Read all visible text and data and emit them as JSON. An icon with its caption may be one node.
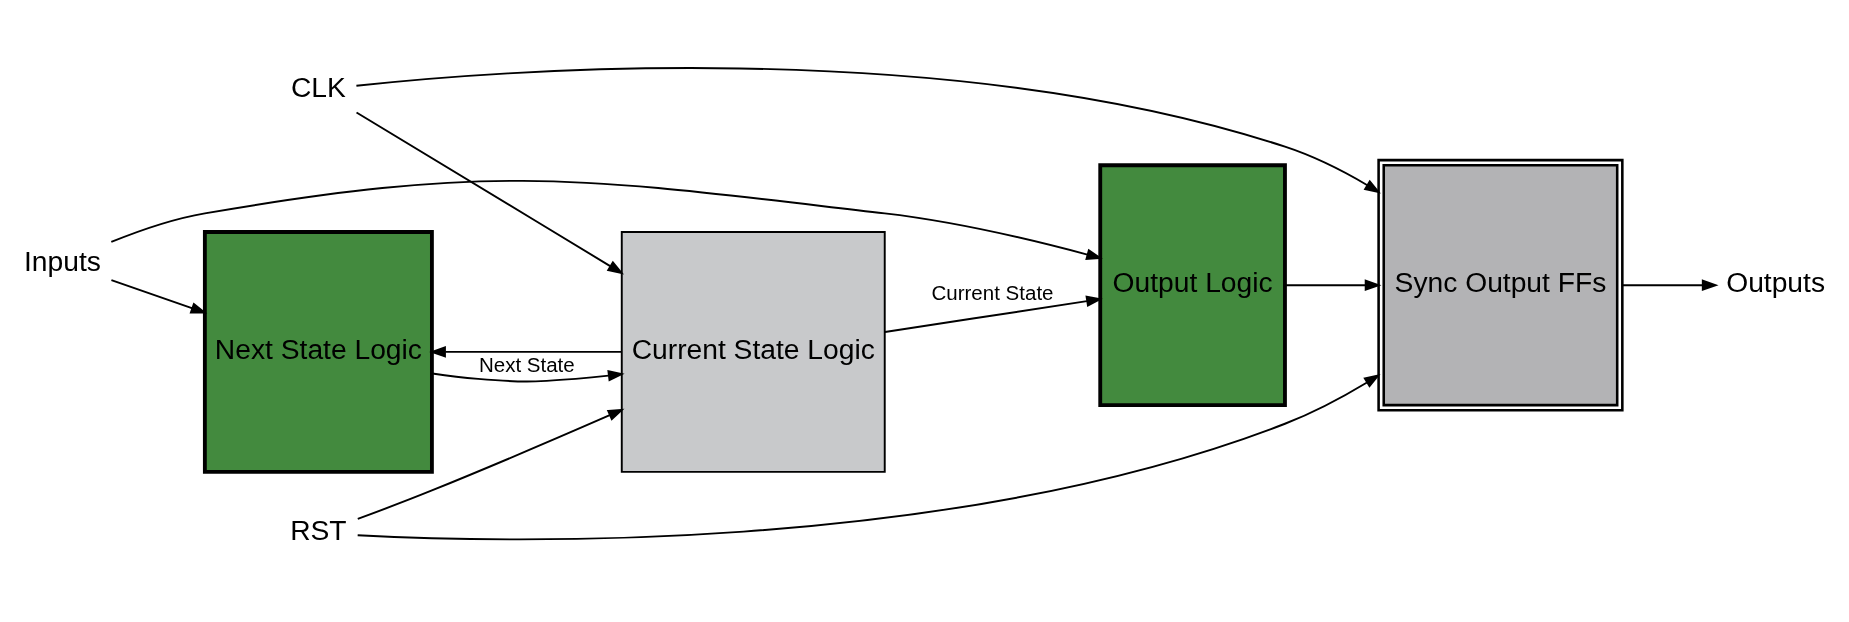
{
  "diagram": {
    "nodes": [
      {
        "text": [
          "Next State Logic"
        ]
      },
      {
        "text": [
          "Current State Logic"
        ]
      },
      {
        "text": [
          "Output Logic"
        ]
      },
      {
        "text": [
          "Sync Output FFs"
        ]
      },
      {
        "text": [
          "Inputs"
        ]
      },
      {
        "text": [
          "Outputs"
        ]
      },
      {
        "text": [
          "CLK"
        ]
      },
      {
        "text": [
          "RST"
        ]
      }
    ],
    "edges": [
      {
        "from": 4,
        "to": 0,
        "arrow": "to"
      },
      {
        "from": 4,
        "to": 2,
        "arrow": "to"
      },
      {
        "from": 0,
        "to": 1,
        "arrow": "to",
        "label": "Next State"
      },
      {
        "from": 1,
        "to": 2,
        "arrow": "to",
        "label": "Current State"
      },
      {
        "from": 1,
        "to": 0,
        "arrow": "to"
      },
      {
        "from": 2,
        "to": 3,
        "arrow": "to"
      },
      {
        "from": 3,
        "to": 5,
        "arrow": "to"
      },
      {
        "from": 6,
        "to": 1,
        "arrow": "to"
      },
      {
        "from": 6,
        "to": 3,
        "arrow": "to"
      },
      {
        "from": 7,
        "to": 1,
        "arrow": "to"
      },
      {
        "from": 7,
        "to": 3,
        "arrow": "to"
      }
    ]
  }
}
